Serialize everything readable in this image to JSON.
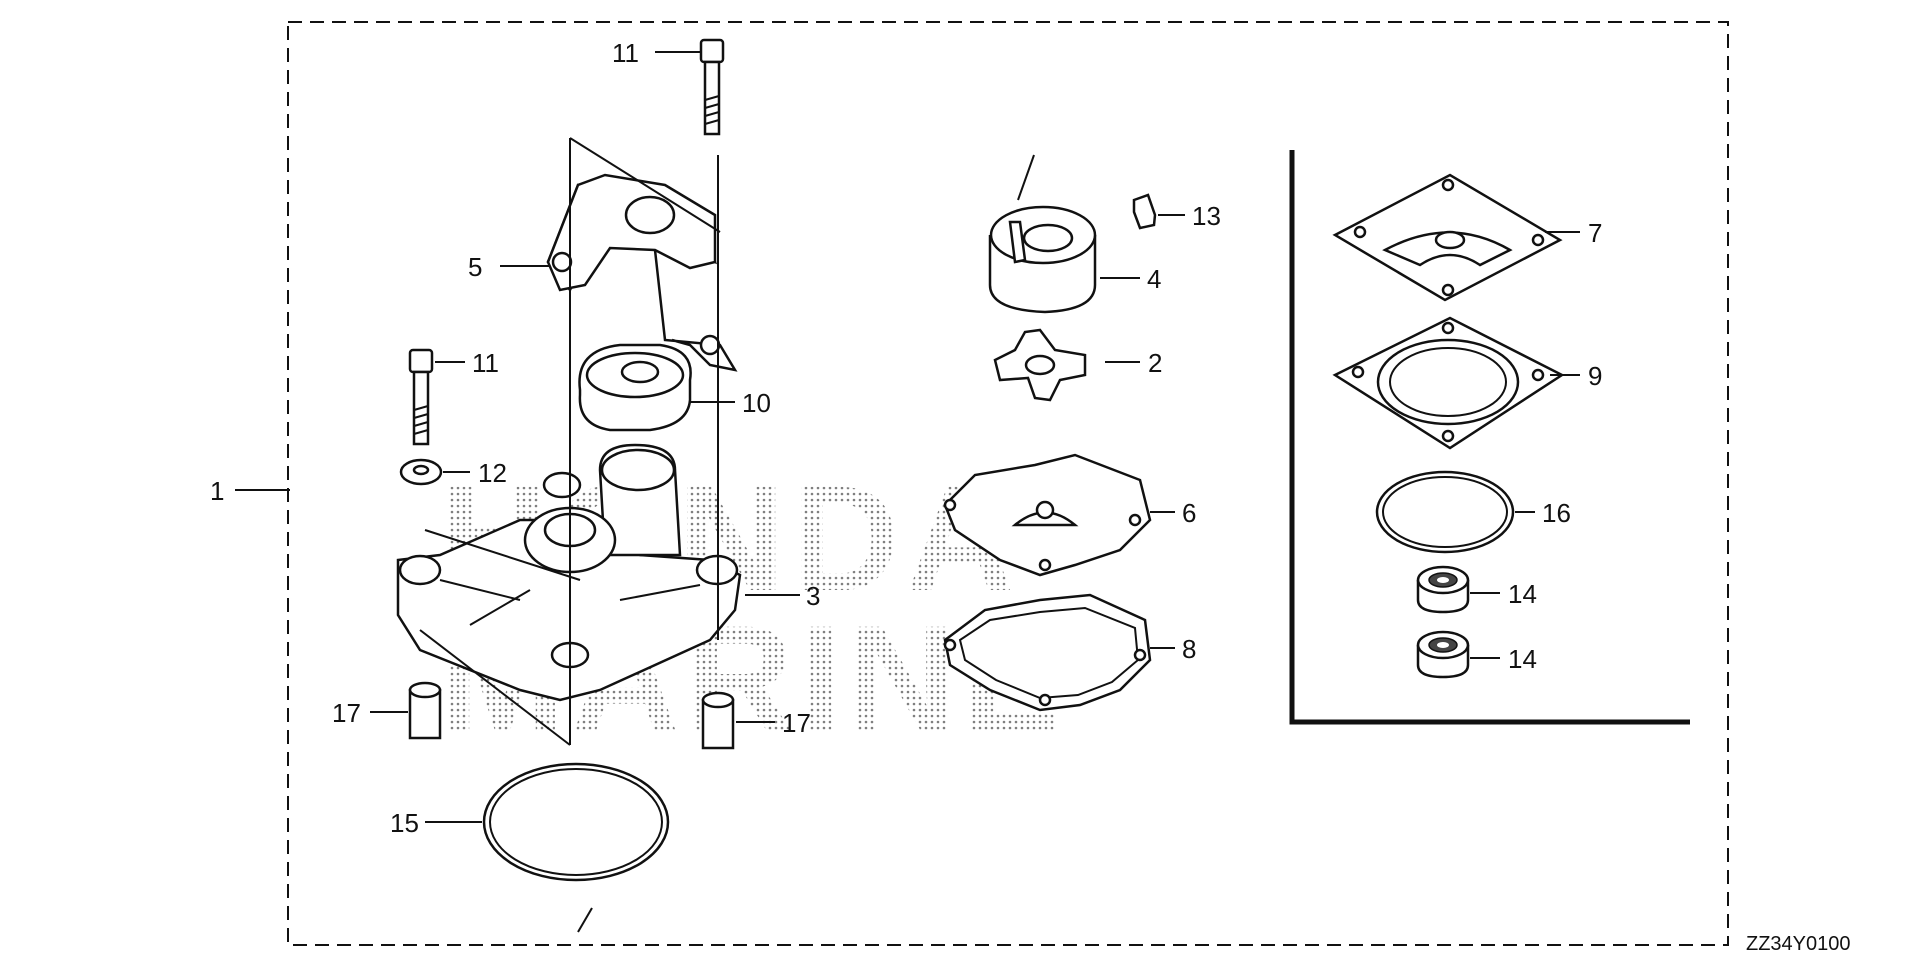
{
  "diagram": {
    "diagram_code": "ZZ34Y0100",
    "watermark_lines": [
      "HONDA",
      "MARINE"
    ],
    "callouts": {
      "c1": "1",
      "c2": "2",
      "c3": "3",
      "c4": "4",
      "c5": "5",
      "c6": "6",
      "c7": "7",
      "c8": "8",
      "c9": "9",
      "c10": "10",
      "c11a": "11",
      "c11b": "11",
      "c12": "12",
      "c13": "13",
      "c14a": "14",
      "c14b": "14",
      "c15": "15",
      "c16": "16",
      "c17a": "17",
      "c17b": "17"
    }
  }
}
